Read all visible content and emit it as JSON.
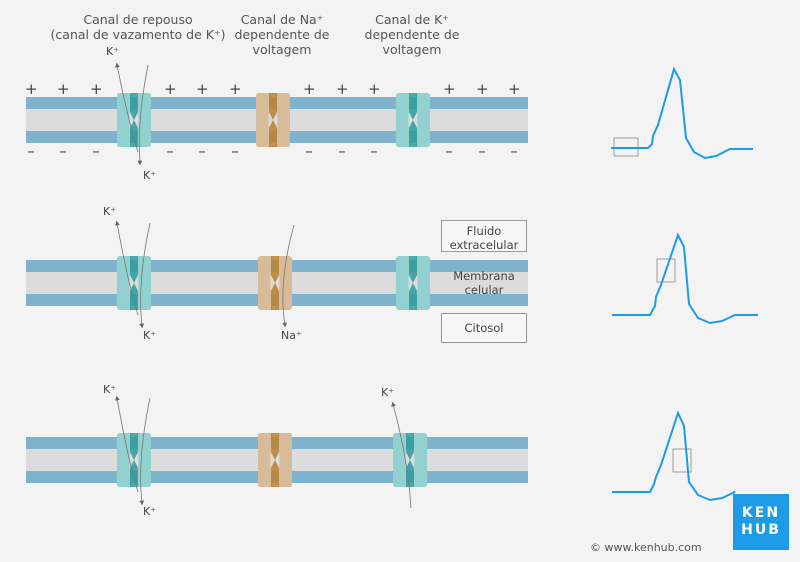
{
  "headers": {
    "leak": [
      "Canal de repouso",
      "(canal de vazamento de K⁺)"
    ],
    "na": [
      "Canal de Na⁺",
      "dependente de",
      "voltagem"
    ],
    "k": [
      "Canal de K⁺",
      "dependente de",
      "voltagem"
    ]
  },
  "charges": {
    "plus": "+",
    "minus": "–"
  },
  "ions": {
    "k": "K⁺",
    "na": "Na⁺"
  },
  "legend": {
    "extracellular": [
      "Fluido",
      "extracelular"
    ],
    "membrane": [
      "Membrana",
      "celular"
    ],
    "cytosol": "Citosol"
  },
  "footer": {
    "copyright": "© www.kenhub.com",
    "logo_top": "KEN",
    "logo_bottom": "HUB"
  },
  "colors": {
    "membrane_blue": "#7fb2cc",
    "membrane_core": "#dcdcdc",
    "k_channel": "#93d0d0",
    "k_channel_dark": "#2f9a9c",
    "na_channel": "#d8bc9a",
    "na_channel_dark": "#b8802f",
    "action_potential": "#1e9be6",
    "logo": "#1e9be6"
  }
}
